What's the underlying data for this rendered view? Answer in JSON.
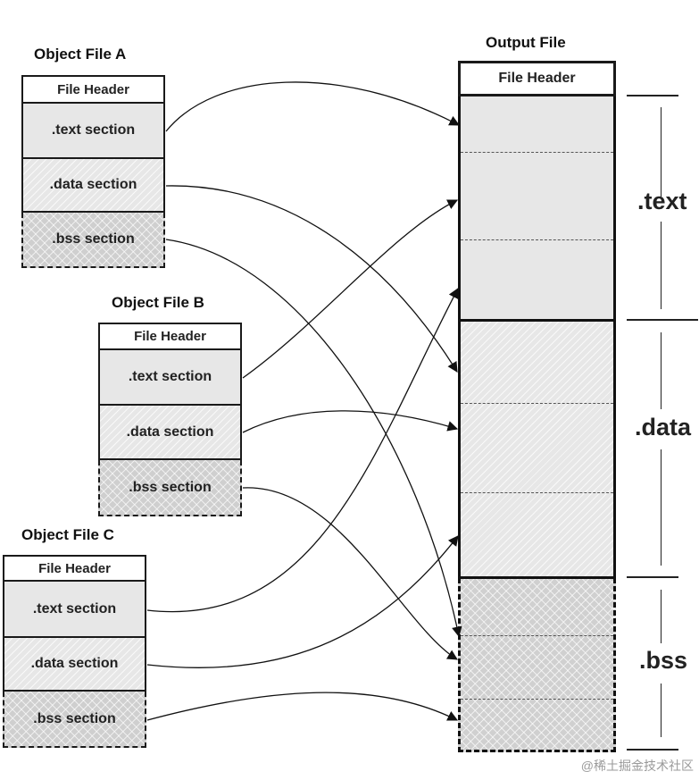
{
  "object_files": [
    {
      "title": "Object File A",
      "header": "File Header",
      "text": ".text section",
      "data": ".data section",
      "bss": ".bss section"
    },
    {
      "title": "Object File B",
      "header": "File Header",
      "text": ".text section",
      "data": ".data section",
      "bss": ".bss section"
    },
    {
      "title": "Object File C",
      "header": "File Header",
      "text": ".text section",
      "data": ".data section",
      "bss": ".bss section"
    }
  ],
  "output_file": {
    "title": "Output File",
    "header": "File Header"
  },
  "segments": {
    "text": ".text",
    "data": ".data",
    "bss": ".bss"
  },
  "watermark": "@稀土掘金技术社区"
}
